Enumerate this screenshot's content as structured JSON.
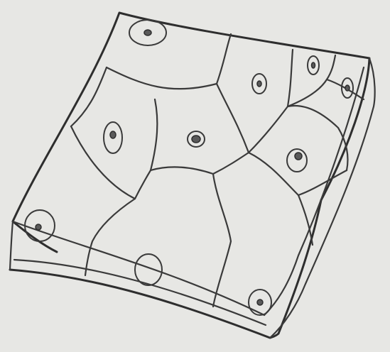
{
  "figure": {
    "subject": "",
    "ink_color": "#3a3a3a",
    "paper_color": "#e7e7e4",
    "cell_count": 10,
    "nuclei": [
      "nucleus-top-left-cell",
      "nucleus-top-center-cell",
      "nucleus-top-right-small-cell",
      "nucleus-top-right-edge-cell",
      "nucleus-left-cell",
      "nucleus-center-cell",
      "nucleus-right-cell",
      "nucleus-front-left-edge",
      "nucleus-front-middle-edge",
      "nucleus-front-right-edge"
    ]
  }
}
